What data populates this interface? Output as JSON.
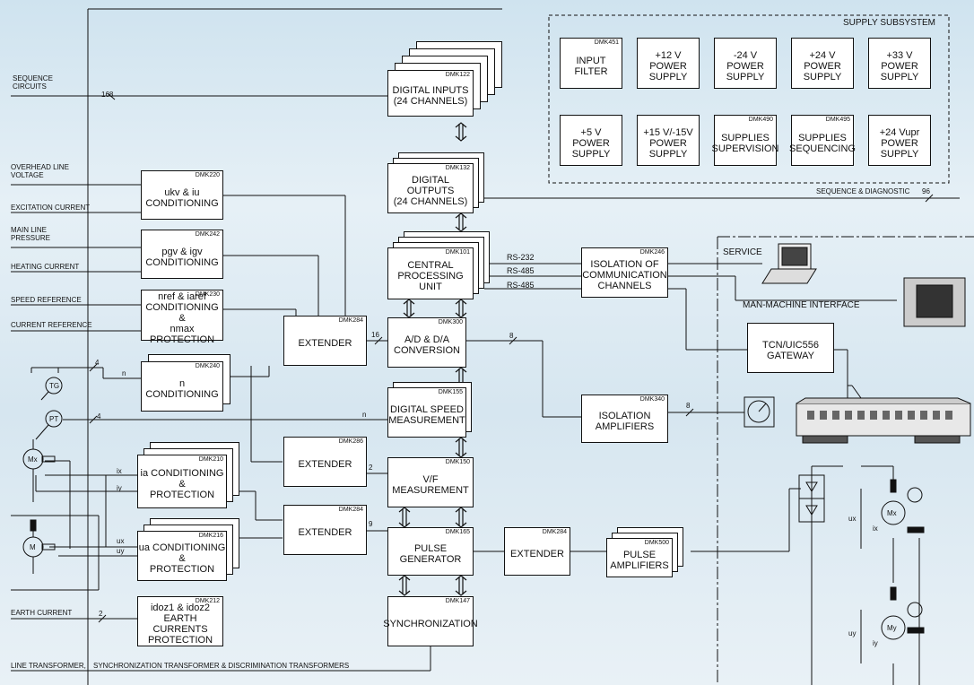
{
  "supply": {
    "title": "SUPPLY SUBSYSTEM",
    "units": [
      {
        "code": "DMK451",
        "text": "INPUT\nFILTER"
      },
      {
        "code": "",
        "text": "+12 V\nPOWER\nSUPPLY"
      },
      {
        "code": "",
        "text": "-24 V\nPOWER\nSUPPLY"
      },
      {
        "code": "",
        "text": "+24 V\nPOWER\nSUPPLY"
      },
      {
        "code": "",
        "text": "+33 V\nPOWER\nSUPPLY"
      },
      {
        "code": "",
        "text": "+5 V\nPOWER\nSUPPLY"
      },
      {
        "code": "",
        "text": "+15 V/-15V\nPOWER\nSUPPLY"
      },
      {
        "code": "DMK490",
        "text": "SUPPLIES\nSUPERVISION"
      },
      {
        "code": "DMK495",
        "text": "SUPPLIES\nSEQUENCING"
      },
      {
        "code": "",
        "text": "+24 Vupr\nPOWER\nSUPPLY"
      }
    ]
  },
  "inputs": {
    "sequence": "SEQUENCE\nCIRCUITS",
    "overhead": "OVERHEAD LINE\nVOLTAGE",
    "excitation": "EXCITATION CURRENT",
    "pressure": "MAIN LINE\nPRESSURE",
    "heating": "HEATING CURRENT",
    "speed_ref": "SPEED REFERENCE",
    "current_ref": "CURRENT REFERENCE",
    "earth": "EARTH CURRENT",
    "line_tr": "LINE TRANSFORMER,",
    "sync_tr": "SYNCHRONIZATION TRANSFORMER  &  DISCRIMINATION TRANSFORMERS"
  },
  "blocks": {
    "dmk122": {
      "code": "DMK122",
      "text": "DIGITAL INPUTS\n(24 CHANNELS)"
    },
    "dmk132": {
      "code": "DMK132",
      "text": "DIGITAL OUTPUTS\n(24 CHANNELS)"
    },
    "dmk101": {
      "code": "DMK101",
      "text": "CENTRAL\nPROCESSING\nUNIT"
    },
    "dmk300": {
      "code": "DMK300",
      "text": "A/D & D/A\nCONVERSION"
    },
    "dmk155": {
      "code": "DMK155",
      "text": "DIGITAL SPEED\nMEASUREMENT"
    },
    "dmk150": {
      "code": "DMK150",
      "text": "V/F\nMEASUREMENT"
    },
    "dmk165": {
      "code": "DMK165",
      "text": "PULSE\nGENERATOR"
    },
    "dmk147": {
      "code": "DMK147",
      "text": "SYNCHRONIZATION"
    },
    "dmk220": {
      "code": "DMK220",
      "text": "ukv & iu\nCONDITIONING"
    },
    "dmk242": {
      "code": "DMK242",
      "text": "pgv & igv\nCONDITIONING"
    },
    "dmk230": {
      "code": "DMK230",
      "text": "nref & iaref\nCONDITIONING &\nnmax PROTECTION"
    },
    "dmk240": {
      "code": "DMK240",
      "text": "n\nCONDITIONING"
    },
    "dmk210": {
      "code": "DMK210",
      "text": "ia CONDITIONING\n&\nPROTECTION"
    },
    "dmk216": {
      "code": "DMK216",
      "text": "ua CONDITIONING\n&\nPROTECTION"
    },
    "dmk212": {
      "code": "DMK212",
      "text": "idoz1  &  idoz2\nEARTH CURRENTS\nPROTECTION"
    },
    "ext1": {
      "code": "DMK284",
      "text": "EXTENDER"
    },
    "ext2": {
      "code": "DMK286",
      "text": "EXTENDER"
    },
    "ext3": {
      "code": "DMK284",
      "text": "EXTENDER"
    },
    "ext4": {
      "code": "DMK284",
      "text": "EXTENDER"
    },
    "dmk500": {
      "code": "DMK500",
      "text": "PULSE\nAMPLIFIERS"
    },
    "dmk246": {
      "code": "DMK246",
      "text": "ISOLATION OF\nCOMMUNICATION\nCHANNELS"
    },
    "dmk340": {
      "code": "DMK340",
      "text": "ISOLATION\nAMPLIFIERS"
    },
    "tcn": {
      "code": "",
      "text": "TCN/UIC556\nGATEWAY"
    }
  },
  "labels": {
    "rs232": "RS-232",
    "rs485a": "RS-485",
    "rs485b": "RS-485",
    "service": "SERVICE",
    "mmi": "MAN-MACHINE INTERFACE",
    "seq_diag": "SEQUENCE  &  DIAGNOSTIC",
    "n96": "96",
    "n168": "168",
    "n16": "16",
    "n8a": "8",
    "n8b": "8",
    "n4a": "4",
    "n4b": "4",
    "n2a": "2",
    "n2b": "2",
    "n9": "9",
    "n_a": "n",
    "n_b": "n",
    "ix": "ix",
    "iy": "iy",
    "ux": "ux",
    "uy": "uy",
    "ux_r": "ux",
    "ix_r": "ix",
    "uy_r": "uy",
    "iy_r": "iy",
    "tg": "TG",
    "pt": "PT",
    "mx": "Mx",
    "m": "M",
    "mx_r": "Mx",
    "my_r": "My"
  }
}
